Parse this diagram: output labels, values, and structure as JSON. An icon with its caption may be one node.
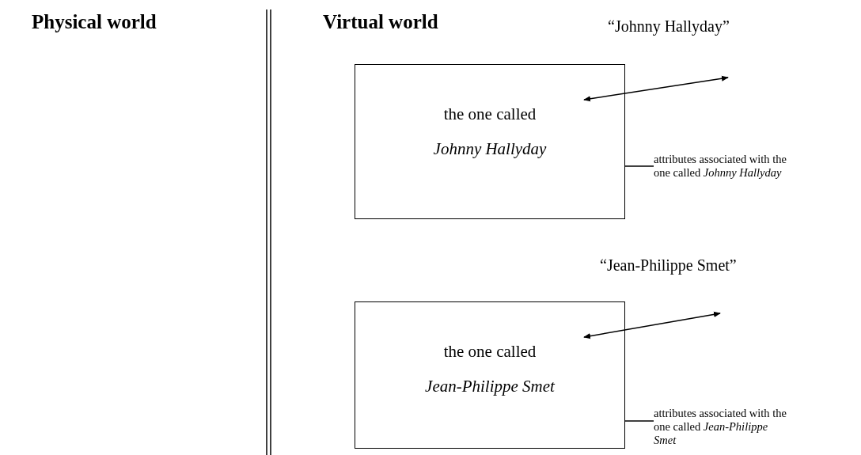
{
  "diagram": {
    "nodes": [
      {
        "text": [
          "the one called",
          "Johnny Hallyday"
        ]
      },
      {
        "text": [
          "“Johnny Hallyday”"
        ]
      },
      {
        "text": [
          "attributes associated with the one called *Johnny Hallyday*"
        ]
      },
      {
        "text": [
          "the one called",
          "Jean-Philippe Smet"
        ]
      },
      {
        "text": [
          "“Jean-Philippe Smet”"
        ]
      },
      {
        "text": [
          "attributes associated with the one called *Jean-Philippe Smet*"
        ]
      }
    ],
    "edges": [
      {
        "from": 0,
        "to": 1,
        "arrow": "both"
      },
      {
        "from": 0,
        "to": 2,
        "arrow": "none"
      },
      {
        "from": 3,
        "to": 4,
        "arrow": "both"
      },
      {
        "from": 3,
        "to": 5,
        "arrow": "none"
      }
    ],
    "labels": [
      "Physical world",
      "Virtual world"
    ]
  }
}
